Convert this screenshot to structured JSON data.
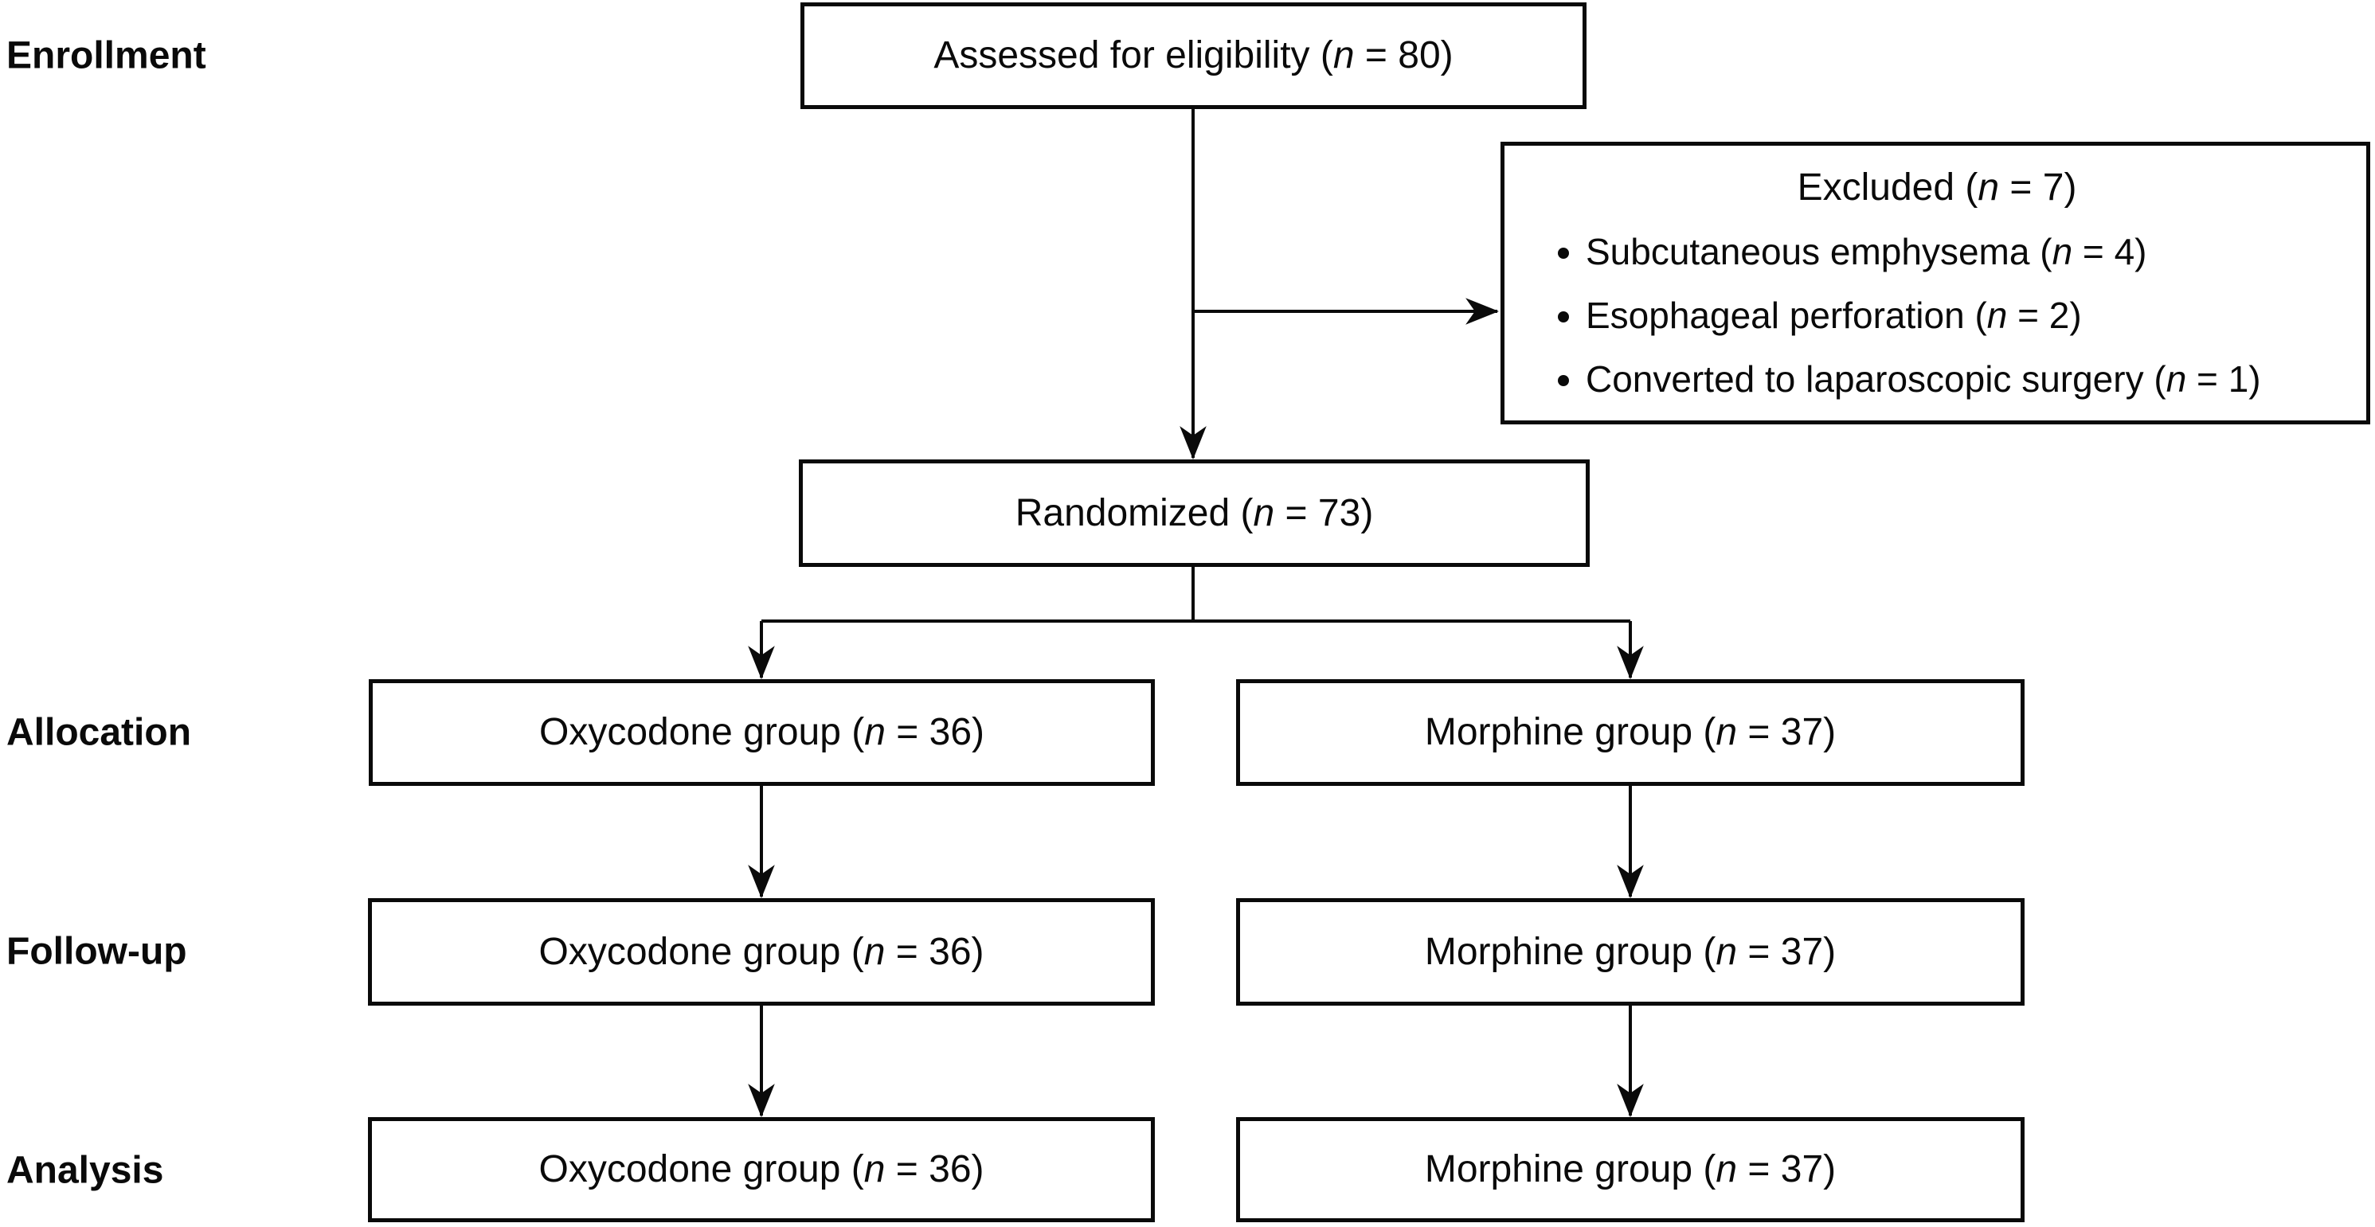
{
  "diagram_type": "CONSORT participant flow diagram",
  "sections": {
    "enrollment": {
      "label": "Enrollment"
    },
    "allocation": {
      "label": "Allocation"
    },
    "followup": {
      "label": "Follow-up"
    },
    "analysis": {
      "label": "Analysis"
    }
  },
  "boxes": {
    "assessed": {
      "text": "Assessed for eligibility (*n* = 80)"
    },
    "excluded": {
      "title": "Excluded (*n* = 7)",
      "items": [
        "Subcutaneous emphysema (*n* = 4)",
        "Esophageal perforation (*n* = 2)",
        "Converted to laparoscopic surgery (*n* = 1)"
      ]
    },
    "randomized": {
      "text": "Randomized (*n* = 73)"
    },
    "allocation_oxycodone": {
      "text": "Oxycodone group (*n* = 36)"
    },
    "allocation_morphine": {
      "text": "Morphine group (*n* = 37)"
    },
    "followup_oxycodone": {
      "text": "Oxycodone group (*n* = 36)"
    },
    "followup_morphine": {
      "text": "Morphine group (*n* = 37)"
    },
    "analysis_oxycodone": {
      "text": "Oxycodone group (*n* = 36)"
    },
    "analysis_morphine": {
      "text": "Morphine group (*n* = 37)"
    }
  },
  "colors": {
    "line": "#0a0a0a",
    "text": "#0a0a0a",
    "background": "#ffffff"
  }
}
